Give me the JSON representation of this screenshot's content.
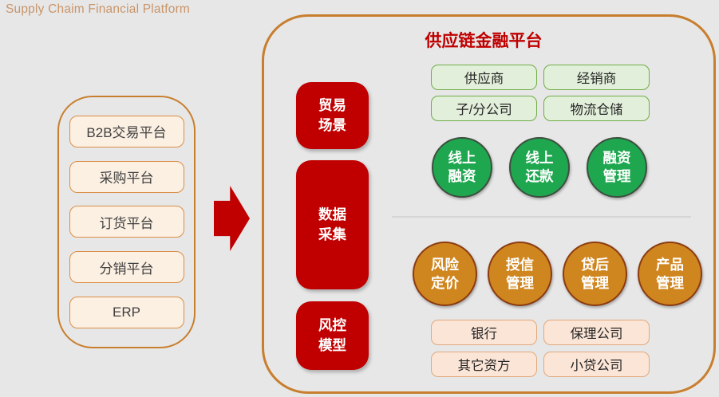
{
  "page": {
    "title": "Supply Chaim Financial Platform"
  },
  "left_panel": {
    "items": [
      {
        "label": "B2B交易平台"
      },
      {
        "label": "采购平台"
      },
      {
        "label": "订货平台"
      },
      {
        "label": "分销平台"
      },
      {
        "label": "ERP"
      }
    ]
  },
  "platform": {
    "title": "供应链金融平台",
    "pillars": [
      {
        "line1": "贸易",
        "line2": "场景"
      },
      {
        "line1": "数据",
        "line2": "采集"
      },
      {
        "line1": "风控",
        "line2": "模型"
      }
    ],
    "participants": [
      {
        "label": "供应商"
      },
      {
        "label": "经销商"
      },
      {
        "label": "子/分公司"
      },
      {
        "label": "物流仓储"
      }
    ],
    "finance_circles": [
      {
        "line1": "线上",
        "line2": "融资"
      },
      {
        "line1": "线上",
        "line2": "还款"
      },
      {
        "line1": "融资",
        "line2": "管理"
      }
    ],
    "management_circles": [
      {
        "line1": "风险",
        "line2": "定价"
      },
      {
        "line1": "授信",
        "line2": "管理"
      },
      {
        "line1": "贷后",
        "line2": "管理"
      },
      {
        "line1": "产品",
        "line2": "管理"
      }
    ],
    "funders": [
      {
        "label": "银行"
      },
      {
        "label": "保理公司"
      },
      {
        "label": "其它资方"
      },
      {
        "label": "小贷公司"
      }
    ]
  },
  "colors": {
    "background": "#E7E7E7",
    "outline_orange": "#C87E2D",
    "accent_red": "#C00000",
    "title_tan": "#C9956A",
    "green_box_fill": "#E2EFDA",
    "green_box_border": "#70AD47",
    "green_circle_fill": "#1FA750",
    "orange_circle_fill": "#D0861F",
    "orange_circle_border": "#8C3B10",
    "tan_box_fill": "#FBE5D6",
    "tan_box_border": "#E0A97E",
    "left_box_fill": "#FCF0E3",
    "left_box_border": "#D98E46"
  }
}
